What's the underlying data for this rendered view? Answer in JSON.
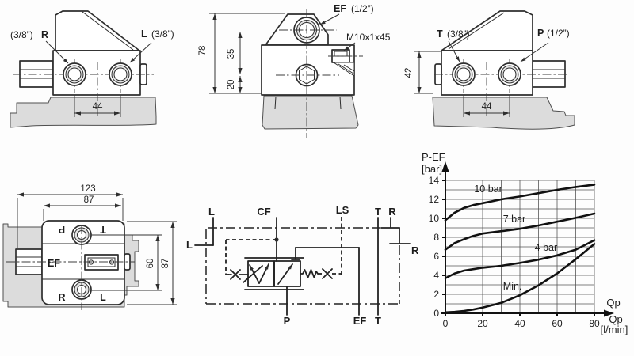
{
  "colors": {
    "line": "#2e2e2e",
    "gray_fill": "#dcdcdc",
    "curve": "#111111",
    "background": "#fdfdfd"
  },
  "views": {
    "top_left": {
      "size_left": "(3/8”)",
      "port_left": "R",
      "port_right": "L",
      "size_right": "(3/8”)",
      "dim_spacing": "44"
    },
    "top_middle": {
      "port_top": "EF",
      "size_top": "(1/2”)",
      "stud_label": "M10x1x45",
      "dim_total": "78",
      "dim_mid": "35",
      "dim_low": "20"
    },
    "top_right": {
      "port_left": "T",
      "size_left": "(3/8”)",
      "port_right": "P",
      "size_right": "(1/2”)",
      "dim_height": "42",
      "dim_spacing": "44"
    },
    "front": {
      "dim_total_width": "123",
      "dim_body_width": "87",
      "dim_port_centers": "60",
      "dim_body_height": "87",
      "label_p": "P",
      "label_t": "T",
      "label_ef": "EF",
      "label_r": "R",
      "label_l": "L"
    },
    "schematic": {
      "l_top": "L",
      "cf": "CF",
      "ls": "LS",
      "t_top": "T",
      "r_top": "R",
      "l_side": "L",
      "r_side": "R",
      "p": "P",
      "ef": "EF",
      "t_bottom": "T"
    }
  },
  "chart_data": {
    "type": "line",
    "title": "",
    "ylabel_line1": "P-EF",
    "ylabel_line2": "[bar]",
    "arrow_label": "Qp",
    "xlabel": "Qp",
    "xunit": "[l/min]",
    "xlim": [
      0,
      80
    ],
    "ylim": [
      0,
      14
    ],
    "x_major_ticks": [
      0,
      20,
      40,
      60,
      80
    ],
    "y_major_ticks": [
      0,
      2,
      4,
      6,
      8,
      10,
      12,
      14
    ],
    "x_grid_step": 10,
    "y_grid_step": 1,
    "grid": true,
    "legend": "inline-labels",
    "x": [
      0,
      5,
      10,
      15,
      20,
      30,
      40,
      50,
      60,
      70,
      80
    ],
    "series": [
      {
        "name": "10 bar",
        "values": [
          9.8,
          10.6,
          11.1,
          11.4,
          11.6,
          12.0,
          12.3,
          12.65,
          13.0,
          13.3,
          13.55
        ],
        "label_at": [
          23,
          12.75
        ]
      },
      {
        "name": "7 bar",
        "values": [
          6.7,
          7.4,
          7.8,
          8.15,
          8.4,
          8.65,
          8.9,
          9.25,
          9.65,
          10.05,
          10.5
        ],
        "label_at": [
          37,
          9.6
        ]
      },
      {
        "name": "4 bar",
        "values": [
          3.7,
          4.2,
          4.5,
          4.65,
          4.8,
          5.0,
          5.3,
          5.65,
          6.1,
          6.7,
          7.7
        ],
        "label_at": [
          54,
          6.6
        ]
      },
      {
        "name": "Min.",
        "values": [
          0.1,
          0.15,
          0.25,
          0.4,
          0.6,
          1.1,
          1.9,
          2.95,
          4.2,
          5.7,
          7.3
        ],
        "label_at": [
          36,
          2.5
        ]
      }
    ]
  }
}
